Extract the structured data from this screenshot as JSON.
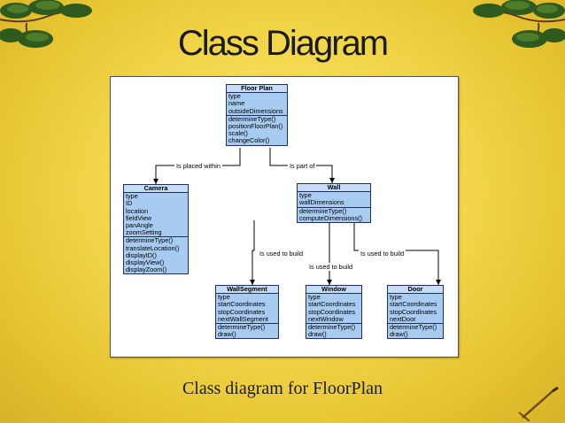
{
  "slide": {
    "title": "Class Diagram",
    "caption": "Class diagram for FloorPlan"
  },
  "diagram": {
    "classes": {
      "floorplan": {
        "name": "Floor Plan",
        "attributes": [
          "type",
          "name",
          "outsideDimensions"
        ],
        "methods": [
          "determineType()",
          "positionFloorPlan()",
          "scale()",
          "changeColor()"
        ]
      },
      "camera": {
        "name": "Camera",
        "attributes": [
          "type",
          "ID",
          "location",
          "fieldView",
          "panAngle",
          "zoomSetting"
        ],
        "methods": [
          "determineType()",
          "translateLocation()",
          "displayID()",
          "displayView()",
          "displayZoom()"
        ]
      },
      "wall": {
        "name": "Wall",
        "attributes": [
          "type",
          "wallDimensions"
        ],
        "methods": [
          "determineType()",
          "computeDimensions()"
        ]
      },
      "wallsegment": {
        "name": "WallSegment",
        "attributes": [
          "type",
          "startCoordinates",
          "stopCoordinates",
          "nextWallSegment"
        ],
        "methods": [
          "determineType()",
          "draw()"
        ]
      },
      "window": {
        "name": "Window",
        "attributes": [
          "type",
          "startCoordinates",
          "stopCoordinates",
          "nextWindow"
        ],
        "methods": [
          "determineType()",
          "draw()"
        ]
      },
      "door": {
        "name": "Door",
        "attributes": [
          "type",
          "startCoordinates",
          "stopCoordinates",
          "nextDoor"
        ],
        "methods": [
          "determineType()",
          "draw()"
        ]
      }
    },
    "relations": {
      "placed_within": "Is placed within",
      "part_of": "Is part of",
      "used_to_build_segment": "Is used to build",
      "used_to_build_window": "Is used to build",
      "used_to_build_door": "Is used to build"
    }
  },
  "colors": {
    "class_fill": "#a8cbf2",
    "class_border": "#1f2f66",
    "background": "#f2d64a"
  },
  "icons": [
    "pine-branch-icon",
    "sword-icon"
  ]
}
